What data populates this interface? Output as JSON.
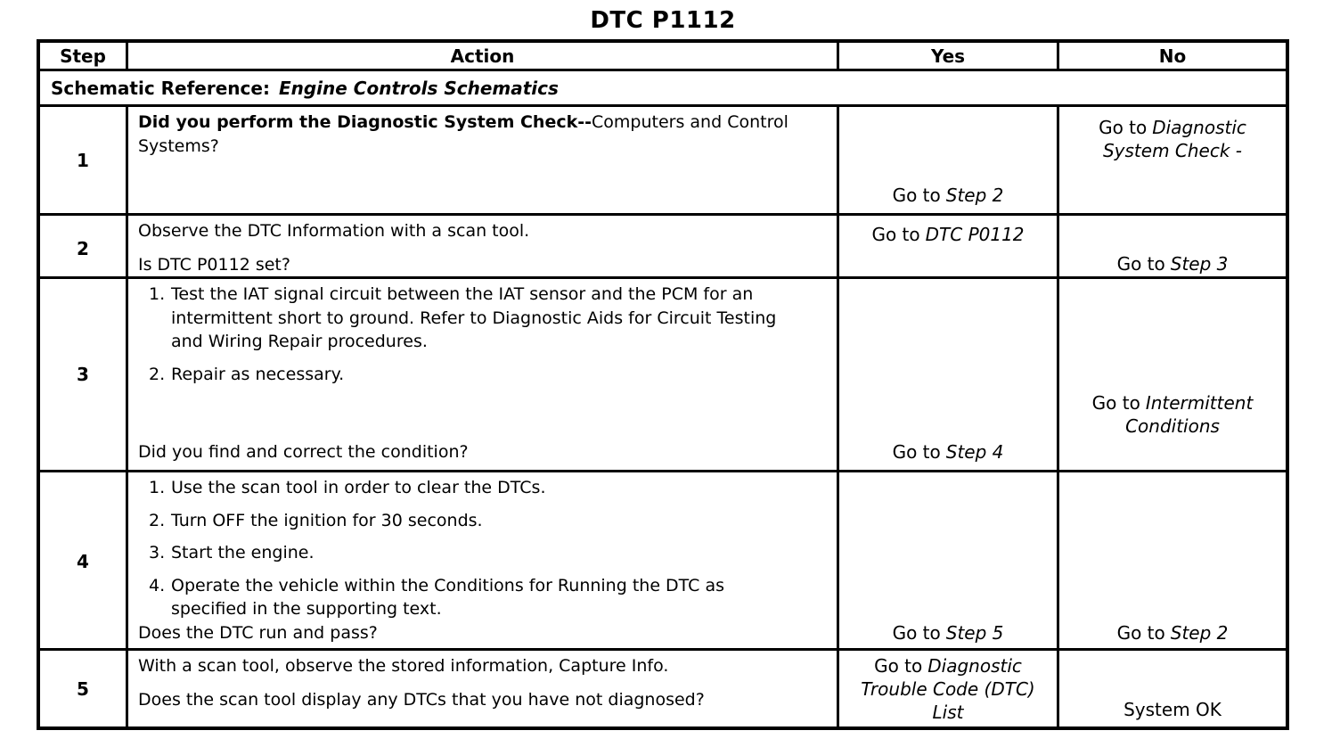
{
  "page": {
    "title": "DTC P1112"
  },
  "table": {
    "headers": {
      "step": "Step",
      "action": "Action",
      "yes": "Yes",
      "no": "No"
    },
    "schematic": {
      "label": "Schematic Reference:",
      "value": "Engine Controls Schematics"
    },
    "rows": [
      {
        "step": "1",
        "action_emphasis": "Did you perform the Diagnostic System Check--",
        "action_text": "Computers and Control Systems?",
        "yes": {
          "prefix": "Go to",
          "target": "Step 2"
        },
        "no": {
          "prefix": "Go to",
          "target": "Diagnostic System Check -"
        }
      },
      {
        "step": "2",
        "line1": "Observe the DTC Information with a scan tool.",
        "line2": "Is DTC P0112 set?",
        "yes": {
          "prefix": "Go to",
          "target": "DTC P0112"
        },
        "no": {
          "prefix": "Go to",
          "target": "Step 3"
        }
      },
      {
        "step": "3",
        "items": [
          {
            "num": "1.",
            "text": "Test the IAT signal circuit between the IAT sensor and the PCM for an intermittent short to ground. Refer to Diagnostic Aids for Circuit Testing and Wiring Repair procedures."
          },
          {
            "num": "2.",
            "text": "Repair as necessary."
          }
        ],
        "question": "Did you find and correct the condition?",
        "yes": {
          "prefix": "Go to",
          "target": "Step 4"
        },
        "no": {
          "prefix": "Go to",
          "target": "Intermittent Conditions"
        }
      },
      {
        "step": "4",
        "items": [
          {
            "num": "1.",
            "text": "Use the scan tool in order to clear the DTCs."
          },
          {
            "num": "2.",
            "text": "Turn OFF the ignition for 30 seconds."
          },
          {
            "num": "3.",
            "text": "Start the engine."
          },
          {
            "num": "4.",
            "text": "Operate the vehicle within the Conditions for Running the DTC as specified in the supporting text."
          }
        ],
        "question": "Does the DTC run and pass?",
        "yes": {
          "prefix": "Go to",
          "target": "Step 5"
        },
        "no": {
          "prefix": "Go to",
          "target": "Step 2"
        }
      },
      {
        "step": "5",
        "line1": "With a scan tool, observe the stored information, Capture Info.",
        "line2": "Does the scan tool display any DTCs that you have not diagnosed?",
        "yes": {
          "prefix": "Go to",
          "target": "Diagnostic Trouble Code (DTC) List"
        },
        "no": {
          "text": "System OK"
        }
      }
    ]
  }
}
